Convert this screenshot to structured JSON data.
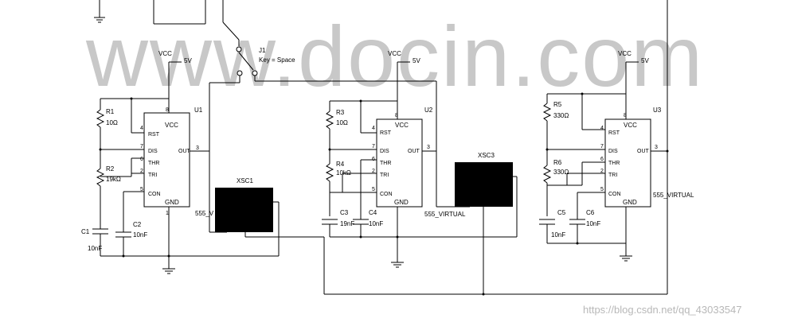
{
  "watermark": "www.docin.com",
  "credit": "https://blog.csdn.net/qq_43033547",
  "switch": {
    "ref": "J1",
    "key": "Key = Space"
  },
  "supplies": [
    {
      "name": "VCC",
      "value": "5V"
    },
    {
      "name": "VCC",
      "value": "5V"
    },
    {
      "name": "VCC",
      "value": "5V"
    }
  ],
  "chips": [
    {
      "ref": "U1",
      "type": "555_VIRTUAL",
      "type_visible": "555_V"
    },
    {
      "ref": "U2",
      "type": "555_VIRTUAL"
    },
    {
      "ref": "U3",
      "type": "555_VIRTUAL"
    }
  ],
  "pins": {
    "vcc": "VCC",
    "gnd": "GND",
    "rst": "RST",
    "dis": "DIS",
    "thr": "THR",
    "tri": "TRI",
    "con": "CON",
    "out": "OUT",
    "n4": "4",
    "n7": "7",
    "n6": "6",
    "n2": "2",
    "n5": "5",
    "n3": "3",
    "n8": "8",
    "n1": "1"
  },
  "components": {
    "R1": {
      "ref": "R1",
      "value": "10Ω"
    },
    "R2": {
      "ref": "R2",
      "value": "19kΩ"
    },
    "C1": {
      "ref": "C1",
      "value": "10nF"
    },
    "C2": {
      "ref": "C2",
      "value": "10nF"
    },
    "R3": {
      "ref": "R3",
      "value": "10Ω"
    },
    "R4": {
      "ref": "R4",
      "value": "10kΩ"
    },
    "C3": {
      "ref": "C3",
      "value": "19nF"
    },
    "C4": {
      "ref": "C4",
      "value": "10nF"
    },
    "R5": {
      "ref": "R5",
      "value": "330Ω"
    },
    "R6": {
      "ref": "R6",
      "value": "330Ω"
    },
    "C5": {
      "ref": "C5",
      "value": "10nF"
    },
    "C6": {
      "ref": "C6",
      "value": "10nF"
    }
  },
  "scopes": [
    {
      "ref": "XSC1"
    },
    {
      "ref": "XSC3"
    }
  ]
}
